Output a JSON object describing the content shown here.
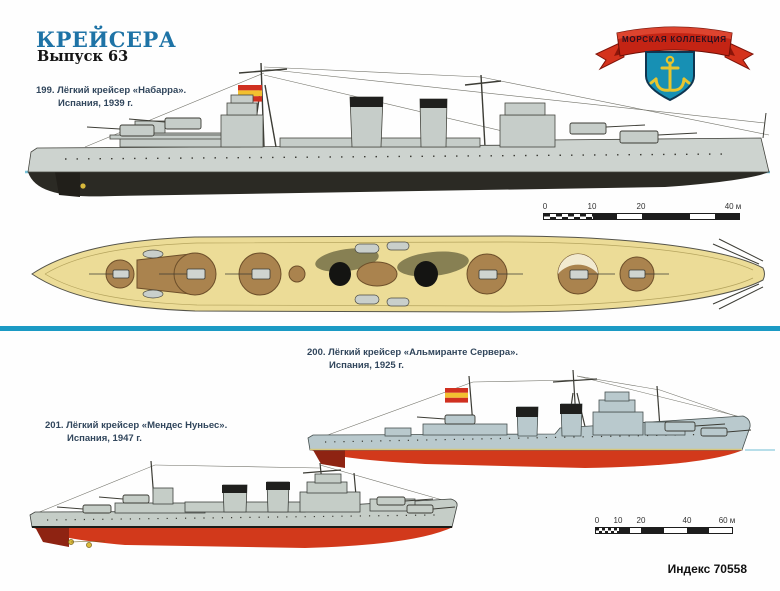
{
  "header": {
    "title": "КРЕЙСЕРА",
    "issue": "Выпуск 63"
  },
  "logo": {
    "banner_text": "МОРСКАЯ КОЛЛЕКЦИЯ",
    "emblem": "anchor-on-shield"
  },
  "ships": [
    {
      "caption_line1": "199. Лёгкий крейсер «Набарра».",
      "caption_line2": "Испания, 1939 г."
    },
    {
      "caption_line1": "200. Лёгкий крейсер «Альмиранте Сервера».",
      "caption_line2": "Испания, 1925 г."
    },
    {
      "caption_line1": "201. Лёгкий крейсер «Мендес Нуньес».",
      "caption_line2": "Испания, 1947 г."
    }
  ],
  "scalebars": {
    "top": {
      "labels": [
        "0",
        "10",
        "20",
        "40 м"
      ]
    },
    "bottom": {
      "labels": [
        "0",
        "10",
        "20",
        "40",
        "60 м"
      ]
    }
  },
  "footer": {
    "index_label": "Индекс 70558"
  },
  "colors": {
    "title_blue": "#1e73a6",
    "caption_navy": "#31465c",
    "divider_cyan": "#1b9ac4",
    "waterline_cyan": "#7ac4da",
    "hull_gray": "#cdd3cf",
    "superstructure_gray": "#c6cdc9",
    "underwater_dark": "#2b2a24",
    "underwater_red": "#d2391b",
    "deck_tan": "#ecdc97",
    "platform_brown": "#aa834e",
    "hull_bluegray": "#b9c9cd",
    "hull_graygreen": "#c5cdc7",
    "ribbon_red": "#c42414",
    "shield_teal": "#1790b4",
    "anchor_yellow": "#e7c52e",
    "flag_red": "#d03020",
    "flag_yellow": "#f2c030"
  }
}
